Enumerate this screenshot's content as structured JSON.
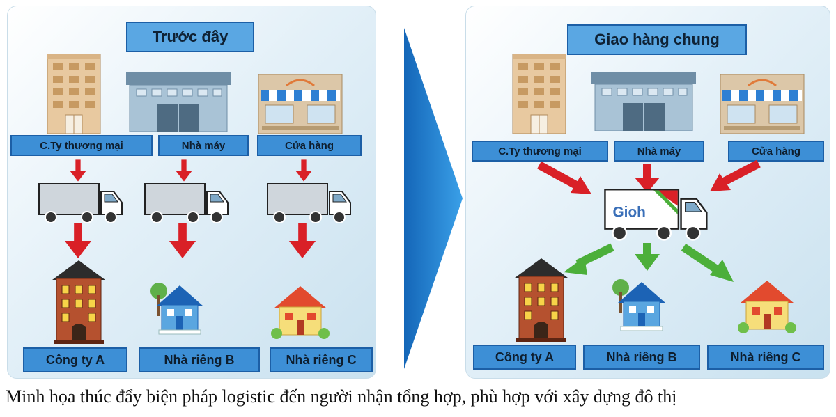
{
  "before": {
    "title": "Trước đây",
    "sources": [
      "C.Ty thương mại",
      "Nhà máy",
      "Cửa hàng"
    ],
    "destinations": [
      "Công ty A",
      "Nhà riêng B",
      "Nhà riêng C"
    ]
  },
  "after": {
    "title": "Giao hàng chung",
    "sources": [
      "C.Ty thương mại",
      "Nhà máy",
      "Cửa hàng"
    ],
    "truck_logo": "Gioh",
    "destinations": [
      "Công ty A",
      "Nhà riêng B",
      "Nhà riêng C"
    ]
  },
  "caption": "Minh họa thúc đẩy biện pháp logistic đến người nhận tổng hợp, phù hợp với xây dựng đô thị",
  "colors": {
    "label_bg": "#3d8fd6",
    "red_arrow": "#d92027",
    "green_arrow": "#4caf3a",
    "big_arrow": "#1f7fd0"
  }
}
